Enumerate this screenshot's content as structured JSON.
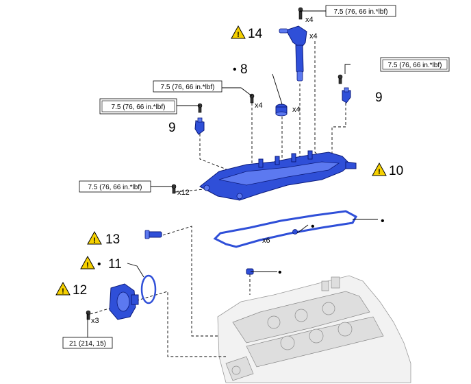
{
  "torque_labels": {
    "top_coil": "7.5 (76, 66 in.*lbf)",
    "right_box": "7.5 (76, 66 in.*lbf)",
    "mid_plain": "7.5 (76, 66 in.*lbf)",
    "left_box": "7.5 (76, 66 in.*lbf)",
    "cover_bolts": "7.5 (76, 66 in.*lbf)",
    "bottom": "21 (214, 15)"
  },
  "quantities": {
    "coil_bolt": "x4",
    "coil": "x4",
    "seal_bolt": "x4",
    "seal": "x4",
    "cover_bolt": "x12",
    "gasket": "x6",
    "pump_bolt": "x3"
  },
  "callouts": {
    "ignition_coil": "14",
    "spark_plug_seal": "8",
    "cam_sensor_right": "9",
    "cam_sensor_left": "9",
    "head_cover": "10",
    "oil_pipe": "13",
    "o_ring": "11",
    "vacuum_pump": "12"
  },
  "symbols": {
    "warning_glyph": "!",
    "bullet_glyph": "•"
  },
  "colors": {
    "part_blue": "#2f4fd8",
    "warning_yellow": "#f5d000"
  }
}
